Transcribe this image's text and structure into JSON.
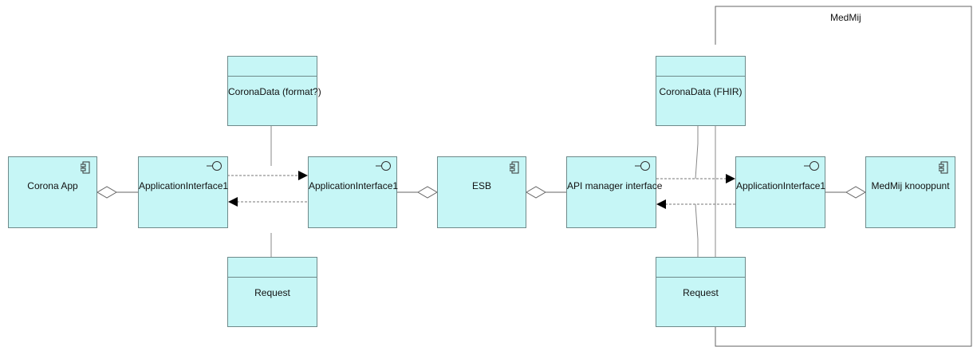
{
  "group": {
    "label": "MedMij"
  },
  "elements": {
    "corona_app": {
      "label": "Corona App",
      "kind": "component"
    },
    "app_if_1": {
      "label": "ApplicationInterface1",
      "kind": "interface"
    },
    "app_if_2": {
      "label": "ApplicationInterface1",
      "kind": "interface"
    },
    "esb": {
      "label": "ESB",
      "kind": "component"
    },
    "api_manager": {
      "label": "API manager interface",
      "kind": "interface"
    },
    "app_if_3": {
      "label": "ApplicationInterface1",
      "kind": "interface"
    },
    "medmij_knooppunt": {
      "label": "MedMij knooppunt",
      "kind": "component"
    },
    "corona_data_format": {
      "label": "CoronaData (format?)",
      "kind": "data-object"
    },
    "request_left": {
      "label": "Request",
      "kind": "data-object"
    },
    "corona_data_fhir": {
      "label": "CoronaData (FHIR)",
      "kind": "data-object"
    },
    "request_right": {
      "label": "Request",
      "kind": "data-object"
    }
  }
}
